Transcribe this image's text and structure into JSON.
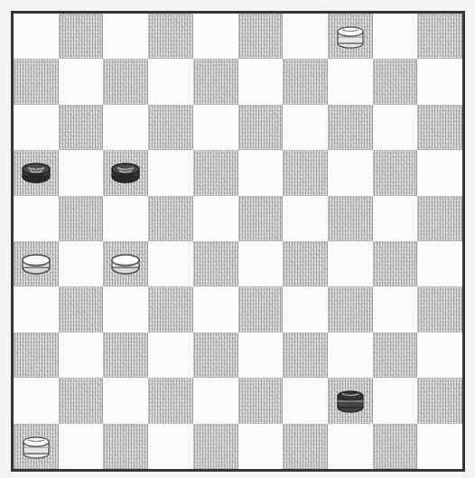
{
  "board": {
    "size": 10,
    "light_square_color": "#fbfbfa",
    "dark_square_color": "#cfcfcf"
  },
  "pieces": [
    {
      "row": 0,
      "col": 7,
      "type": "king",
      "color": "white"
    },
    {
      "row": 3,
      "col": 0,
      "type": "man",
      "color": "black"
    },
    {
      "row": 3,
      "col": 2,
      "type": "man",
      "color": "black"
    },
    {
      "row": 5,
      "col": 0,
      "type": "man",
      "color": "white"
    },
    {
      "row": 5,
      "col": 2,
      "type": "man",
      "color": "white"
    },
    {
      "row": 8,
      "col": 7,
      "type": "king",
      "color": "black"
    },
    {
      "row": 9,
      "col": 0,
      "type": "king",
      "color": "white"
    }
  ]
}
